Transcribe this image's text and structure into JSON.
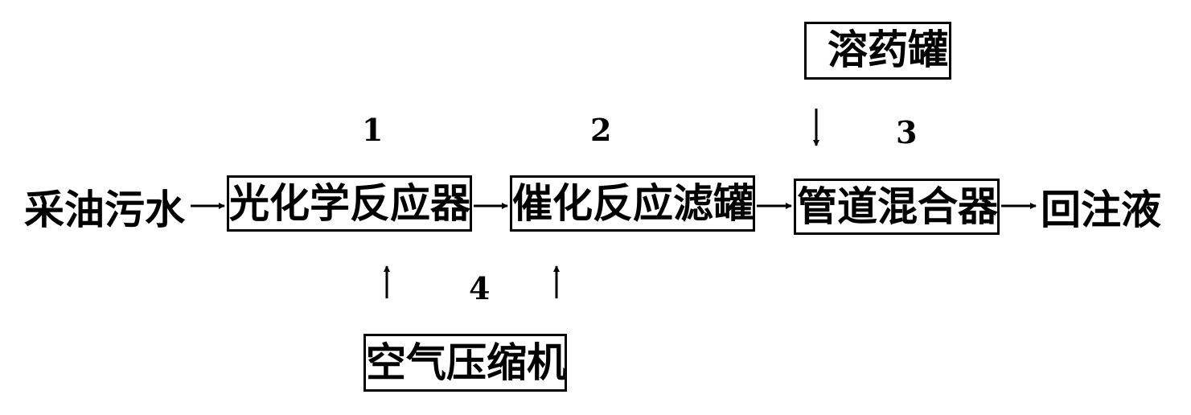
{
  "input": "采油污水",
  "output": "回注液",
  "units": [
    {
      "label": "光化学反应器",
      "number": "1"
    },
    {
      "label": "催化反应滤罐",
      "number": "2"
    },
    {
      "label": "管道混合器",
      "number": "3"
    }
  ],
  "dosing_tank": "溶药罐",
  "air_compressor": {
    "label": "空气压缩机",
    "number": "4"
  }
}
